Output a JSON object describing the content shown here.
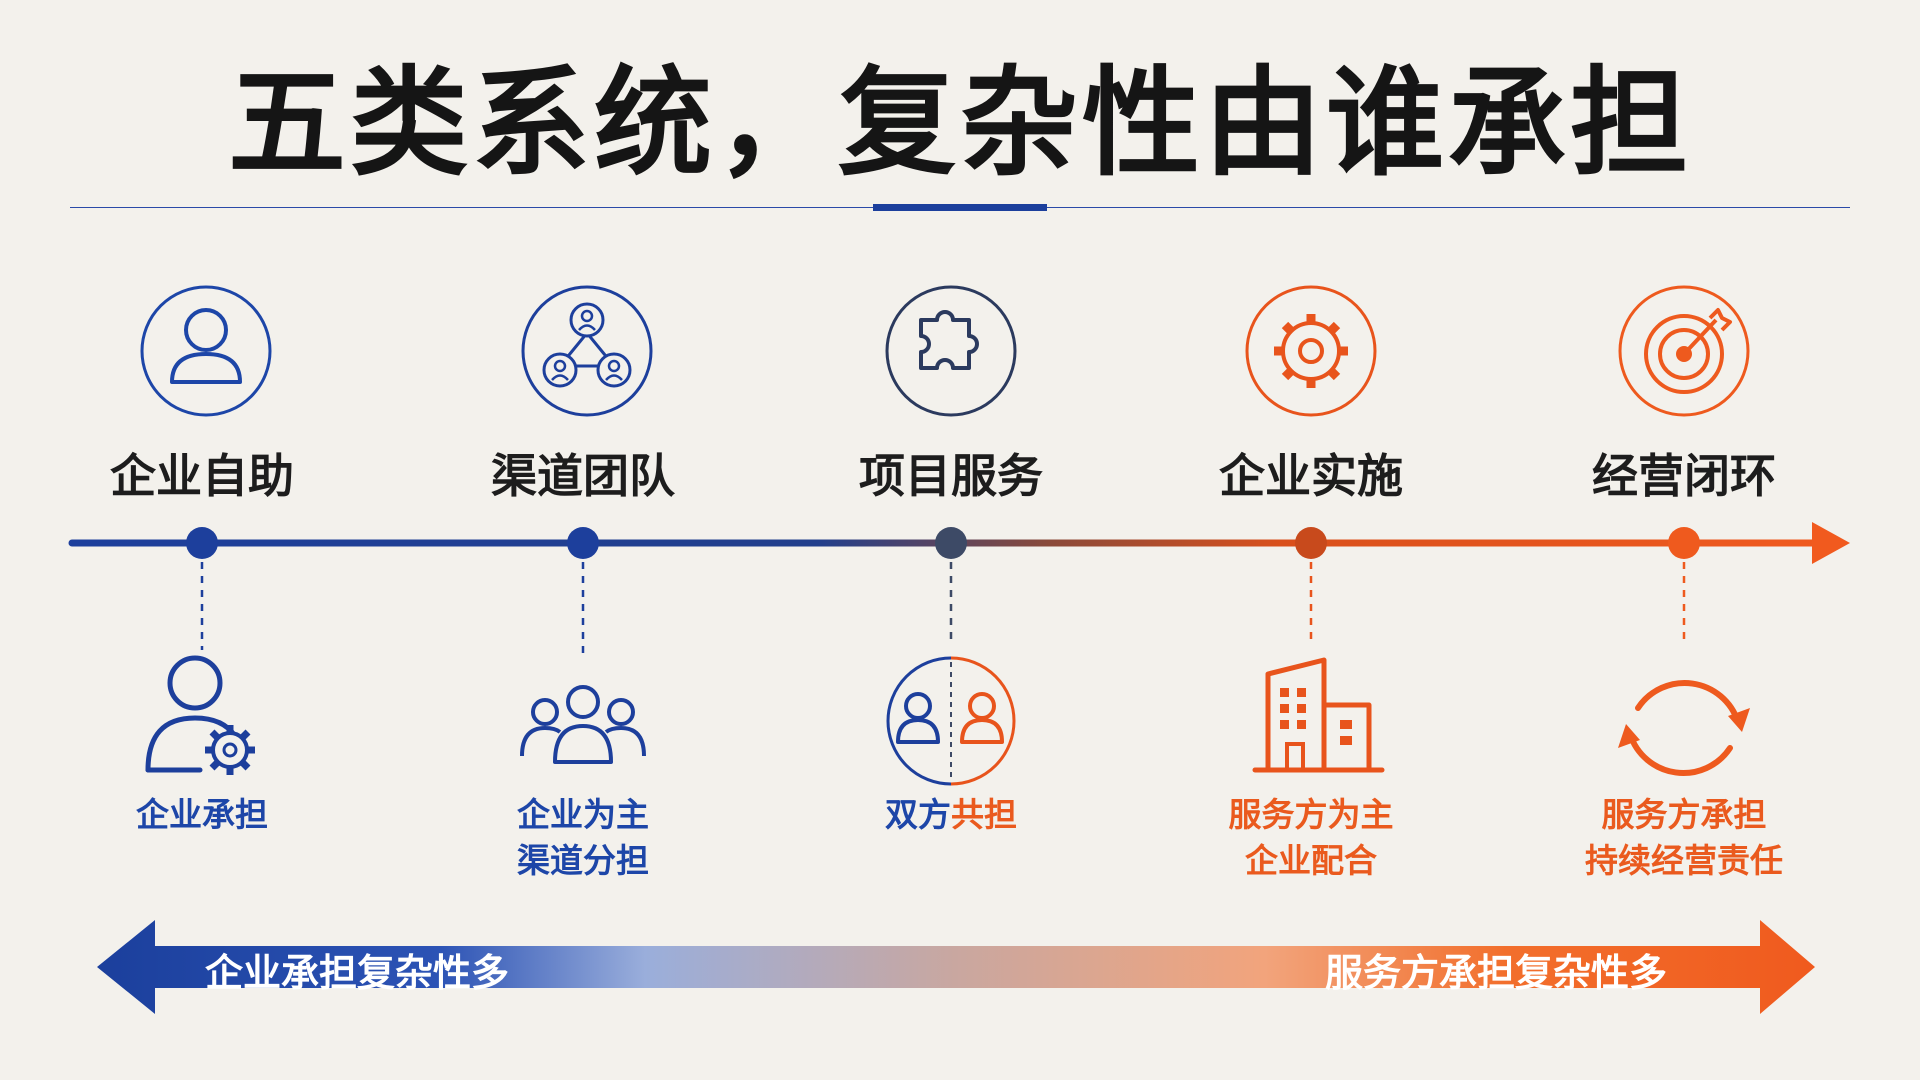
{
  "title": "五类系统，复杂性由谁承担",
  "stages": [
    {
      "label": "企业自助",
      "icon": "user-icon",
      "bottom_icon": "user-gear-icon",
      "desc": [
        "企业承担"
      ]
    },
    {
      "label": "渠道团队",
      "icon": "team-network-icon",
      "bottom_icon": "group-icon",
      "desc": [
        "企业为主",
        "渠道分担"
      ]
    },
    {
      "label": "项目服务",
      "icon": "puzzle-icon",
      "bottom_icon": "two-users-icon",
      "desc_parts": [
        "双方",
        "共担"
      ]
    },
    {
      "label": "企业实施",
      "icon": "gear-icon",
      "bottom_icon": "building-icon",
      "desc": [
        "服务方为主",
        "企业配合"
      ]
    },
    {
      "label": "经营闭环",
      "icon": "target-icon",
      "bottom_icon": "cycle-icon",
      "desc": [
        "服务方承担",
        "持续经营责任"
      ]
    }
  ],
  "bottom_bar": {
    "left_label": "企业承担复杂性多",
    "right_label": "服务方承担复杂性多"
  },
  "colors": {
    "blue": "#1d46a8",
    "orange": "#ea5a1e",
    "mid": "#3d4a66"
  }
}
